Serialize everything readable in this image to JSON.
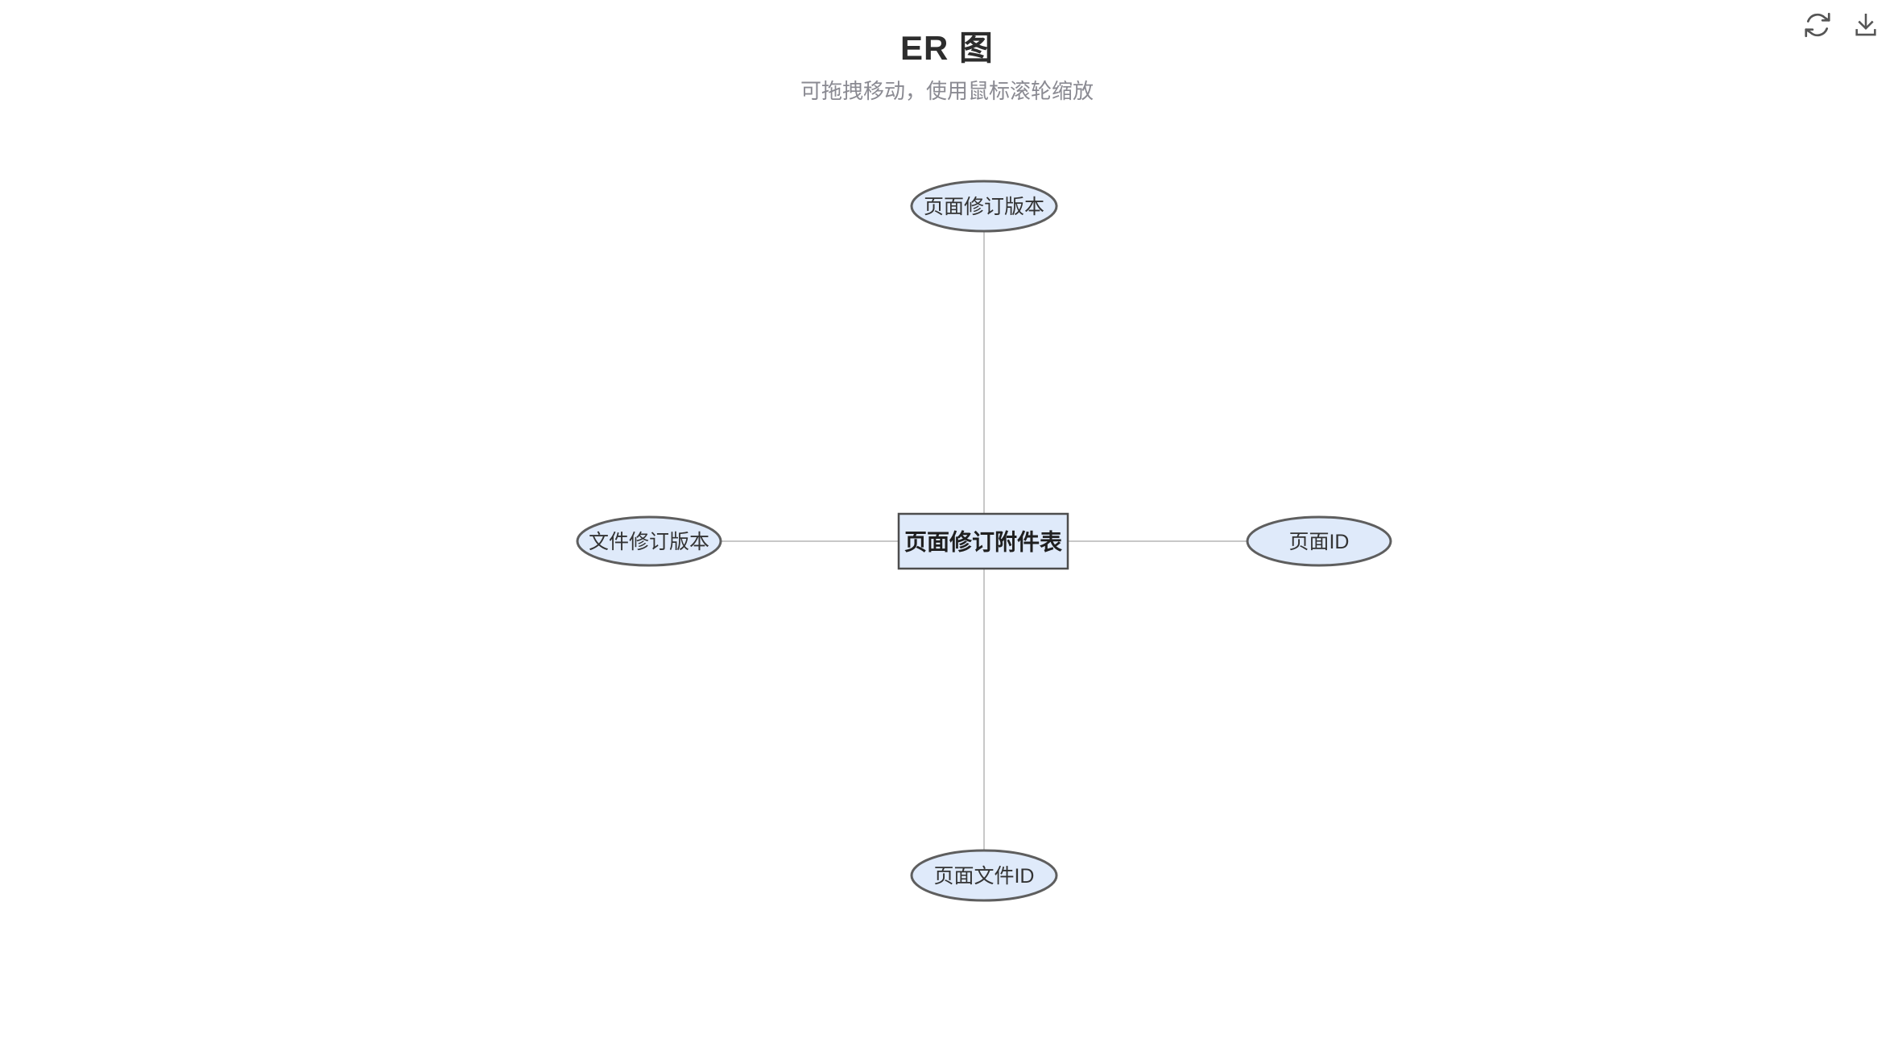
{
  "header": {
    "title": "ER 图",
    "subtitle": "可拖拽移动，使用鼠标滚轮缩放"
  },
  "toolbar": {
    "icons": [
      "refresh-icon",
      "download-icon"
    ]
  },
  "diagram": {
    "type": "er-diagram",
    "entity": {
      "label": "页面修订附件表"
    },
    "attributes": [
      {
        "label": "页面修订版本",
        "position": "top"
      },
      {
        "label": "文件修订版本",
        "position": "left"
      },
      {
        "label": "页面ID",
        "position": "right"
      },
      {
        "label": "页面文件ID",
        "position": "bottom"
      }
    ]
  },
  "colors": {
    "node_fill": "#dfeafa",
    "node_stroke": "#5e5e5e",
    "entity_stroke": "#4d4d4d",
    "edge": "#c8c8c8",
    "title_text": "#2d2d2d",
    "subtitle_text": "#8a8a92",
    "icon": "#555555"
  }
}
